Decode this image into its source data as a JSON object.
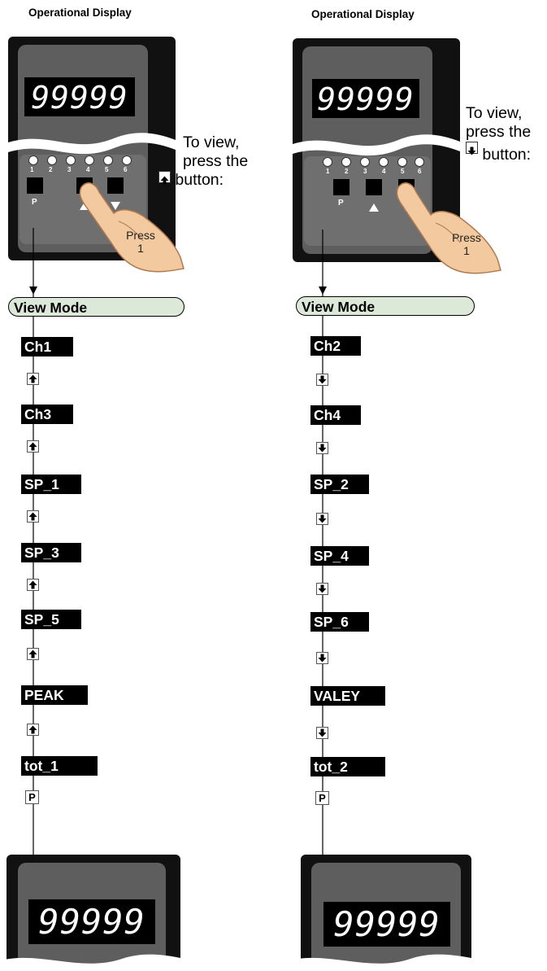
{
  "left": {
    "title": "Operational Display",
    "display_value": "99999",
    "leds": [
      "1",
      "2",
      "3",
      "4",
      "5",
      "6"
    ],
    "key_p": "P",
    "instruction_line1": "To view,",
    "instruction_line2": "press the",
    "instruction_line3": "button:",
    "instruction_icon": "up-arrow-key-icon",
    "press_label": "Press",
    "press_count": "1",
    "mode_label": "View Mode",
    "sequence": [
      "Ch1",
      "Ch3",
      "SP_1",
      "SP_3",
      "SP_5",
      "PEAK",
      "tot_1"
    ],
    "nav_icon": "up-arrow-key-icon",
    "exit_key": "P",
    "bottom_display_value": "99999"
  },
  "right": {
    "title": "Operational Display",
    "display_value": "99999",
    "leds": [
      "1",
      "2",
      "3",
      "4",
      "5",
      "6"
    ],
    "key_p": "P",
    "instruction_line1": "To view,",
    "instruction_line2": "press the",
    "instruction_line3": "button:",
    "instruction_icon": "down-arrow-key-icon",
    "press_label": "Press",
    "press_count": "1",
    "mode_label": "View Mode",
    "sequence": [
      "Ch2",
      "Ch4",
      "SP_2",
      "SP_4",
      "SP_6",
      "VALEY",
      "tot_2"
    ],
    "nav_icon": "down-arrow-key-icon",
    "exit_key": "P",
    "bottom_display_value": "99999"
  },
  "colors": {
    "bezel": "#111111",
    "face": "#5e5e5e",
    "keypad": "#707070",
    "view_mode_fill": "#dce9d8",
    "hand_skin": "#f3c9a0"
  }
}
